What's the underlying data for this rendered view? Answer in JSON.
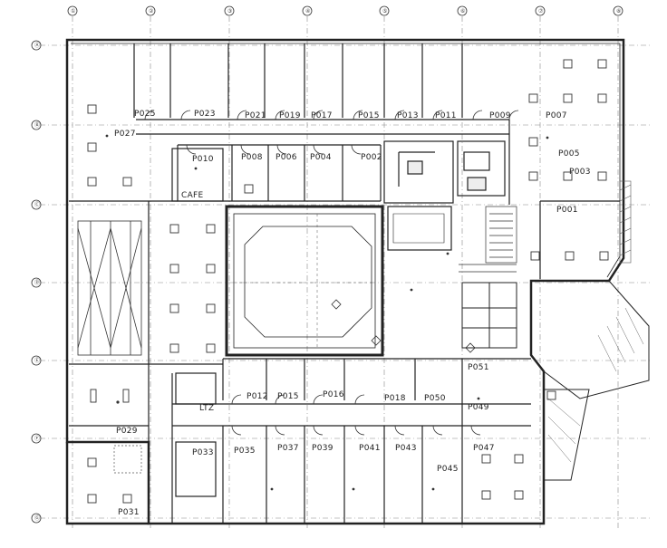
{
  "grid": {
    "columns": [
      "①",
      "②",
      "③",
      "④",
      "⑤",
      "⑥",
      "⑦",
      "⑧"
    ],
    "rows": [
      "Ⓐ",
      "Ⓑ",
      "Ⓒ",
      "Ⓓ",
      "Ⓔ",
      "Ⓕ",
      "Ⓖ"
    ]
  },
  "rooms": {
    "p025": "P025",
    "p023": "P023",
    "p021": "P021",
    "p019": "P019",
    "p017": "P017",
    "p015": "P015",
    "p013": "P013",
    "p011": "P011",
    "p009": "P009",
    "p007": "P007",
    "p027": "P027",
    "p010": "P010",
    "p008": "P008",
    "p006": "P006",
    "p004": "P004",
    "p002": "P002",
    "p005": "P005",
    "p003": "P003",
    "p001": "P001",
    "cafe": "CAFE",
    "p012": "P012",
    "p015b": "P015",
    "p016": "P016",
    "p018": "P018",
    "p049": "P049",
    "p051": "P051",
    "ltz": "LTZ",
    "p029": "P029",
    "p033": "P033",
    "p035": "P035",
    "p037": "P037",
    "p039": "P039",
    "p041": "P041",
    "p043": "P043",
    "p045": "P045",
    "p047": "P047",
    "p031": "P031",
    "p050": "P050"
  },
  "notes": {
    "center": "",
    "right": ""
  },
  "colors": {
    "ink": "#222222",
    "paper": "#ffffff",
    "hatch": "#555555"
  }
}
